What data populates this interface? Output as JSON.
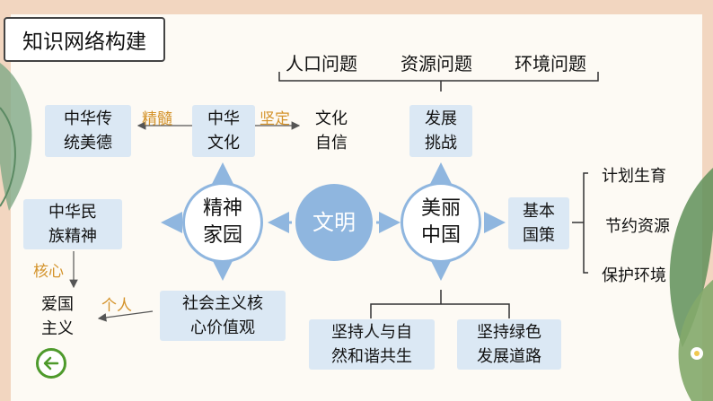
{
  "title": "知识网络构建",
  "colors": {
    "accent_blue": "#8fb6df",
    "box_fill": "#dbe8f4",
    "label_orange": "#d4932b",
    "back_green": "#4e9a2c"
  },
  "nodes": {
    "civilization": "文明",
    "spiritual_home": "精神\n家园",
    "beautiful_china": "美丽\n中国",
    "chinese_culture": "中华\n文化",
    "traditional_virtue": "中华传\n统美德",
    "cultural_confidence": "文化\n自信",
    "national_spirit": "中华民\n族精神",
    "patriotism": "爱国\n主义",
    "core_values": "社会主义核\n心价值观",
    "development_challenge": "发展\n挑战",
    "basic_policy": "基本\n国策",
    "harmony_nature": "坚持人与自\n然和谐共生",
    "green_development": "坚持绿色\n发展道路"
  },
  "problems": [
    "人口问题",
    "资源问题",
    "环境问题"
  ],
  "policies": [
    "计划生育",
    "节约资源",
    "保护环境"
  ],
  "edge_labels": {
    "essence": "精髓",
    "firm": "坚定",
    "core": "核心",
    "personal": "个人"
  },
  "icons": {
    "back": "back-arrow-icon"
  }
}
